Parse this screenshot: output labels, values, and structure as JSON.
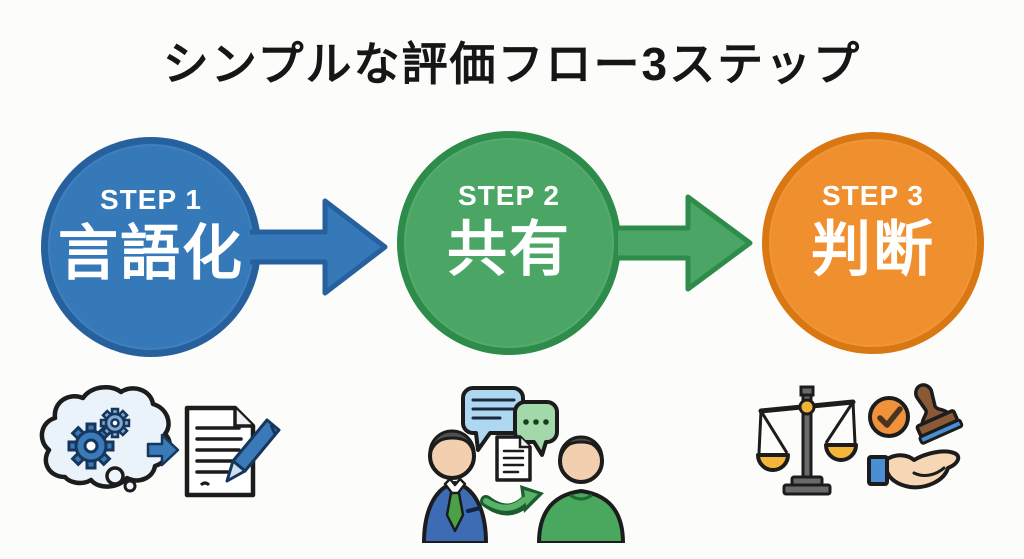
{
  "title": "シンプルな評価フロー3ステップ",
  "colors": {
    "background": "#fcfcfa",
    "title_color": "#161616",
    "circle_text": "#ffffff",
    "step1_fill": "#3579b9",
    "step1_border": "#26619e",
    "step2_fill": "#4ba565",
    "step2_border": "#2e8c4b",
    "step3_fill": "#ef8f2e",
    "step3_border": "#d97713"
  },
  "steps": [
    {
      "label": "STEP 1",
      "keyword": "言語化",
      "fill": "#3579b9",
      "icon": "thought-cloud-gears-arrow-document-pen-icon",
      "icons": [
        "thought-cloud-gears-icon",
        "small-right-arrow-icon",
        "document-pen-icon"
      ]
    },
    {
      "label": "STEP 2",
      "keyword": "共有",
      "fill": "#4ba565",
      "icon": "two-people-sharing-document-speech-bubbles-icon",
      "icons": [
        "speech-bubble-blue-icon",
        "speech-bubble-green-icon",
        "document-icon",
        "person-suit-icon",
        "person-green-shirt-icon",
        "curved-arrow-icon"
      ]
    },
    {
      "label": "STEP 3",
      "keyword": "判断",
      "fill": "#ef8f2e",
      "icon": "balance-scale-check-stamp-hand-icon",
      "icons": [
        "balance-scale-icon",
        "check-circle-icon",
        "stamp-icon",
        "open-hand-icon"
      ]
    }
  ],
  "arrows": [
    {
      "name": "arrow-step1-to-step2",
      "color": "#3579b9"
    },
    {
      "name": "arrow-step2-to-step3",
      "color": "#4ba565"
    }
  ]
}
